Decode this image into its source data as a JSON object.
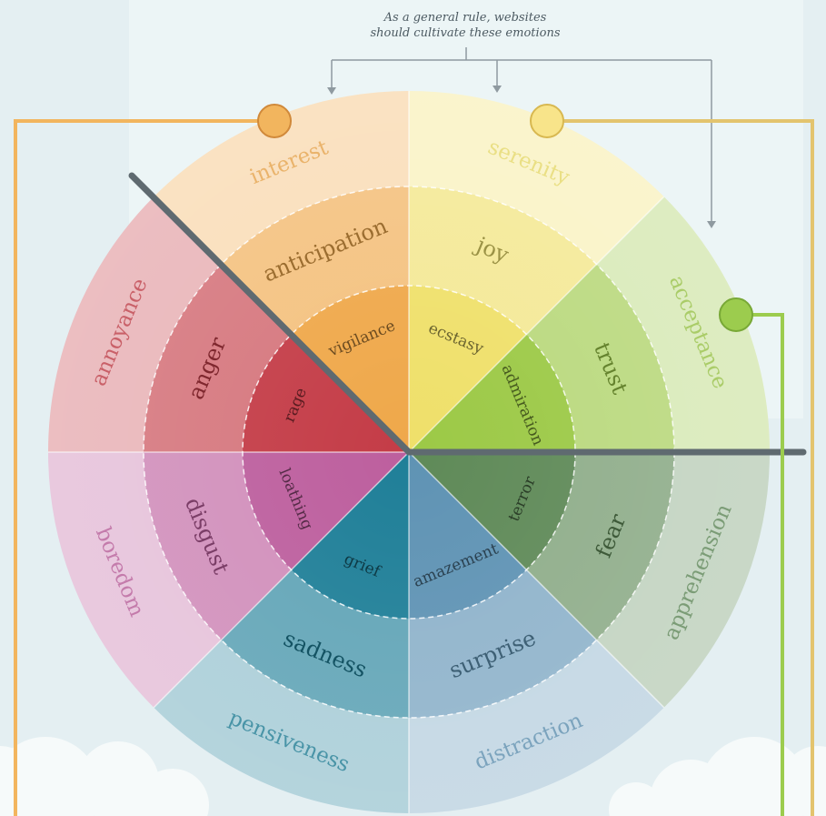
{
  "note": {
    "line1": "As a general rule, websites",
    "line2": "should cultivate these emotions"
  },
  "petals": [
    {
      "key": "joy",
      "outer": "serenity",
      "middle": "joy",
      "inner": "ecstasy",
      "color": "#efe06a"
    },
    {
      "key": "trust",
      "outer": "acceptance",
      "middle": "trust",
      "inner": "admiration",
      "color": "#9cc946"
    },
    {
      "key": "fear",
      "outer": "apprehension",
      "middle": "fear",
      "inner": "terror",
      "color": "#5f8a58"
    },
    {
      "key": "surprise",
      "outer": "distraction",
      "middle": "surprise",
      "inner": "amazement",
      "color": "#5f93b4"
    },
    {
      "key": "sadness",
      "outer": "pensiveness",
      "middle": "sadness",
      "inner": "grief",
      "color": "#1f7f98"
    },
    {
      "key": "disgust",
      "outer": "boredom",
      "middle": "disgust",
      "inner": "loathing",
      "color": "#bd5f9e"
    },
    {
      "key": "anger",
      "outer": "annoyance",
      "middle": "anger",
      "inner": "rage",
      "color": "#c43c47"
    },
    {
      "key": "anticipation",
      "outer": "interest",
      "middle": "anticipation",
      "inner": "vigilance",
      "color": "#efa84a"
    }
  ],
  "connectors": [
    {
      "name": "interest-connector",
      "color": "#f2b55e"
    },
    {
      "name": "serenity-connector",
      "color": "#e3c46e"
    },
    {
      "name": "acceptance-connector",
      "color": "#9ccc4e"
    }
  ]
}
